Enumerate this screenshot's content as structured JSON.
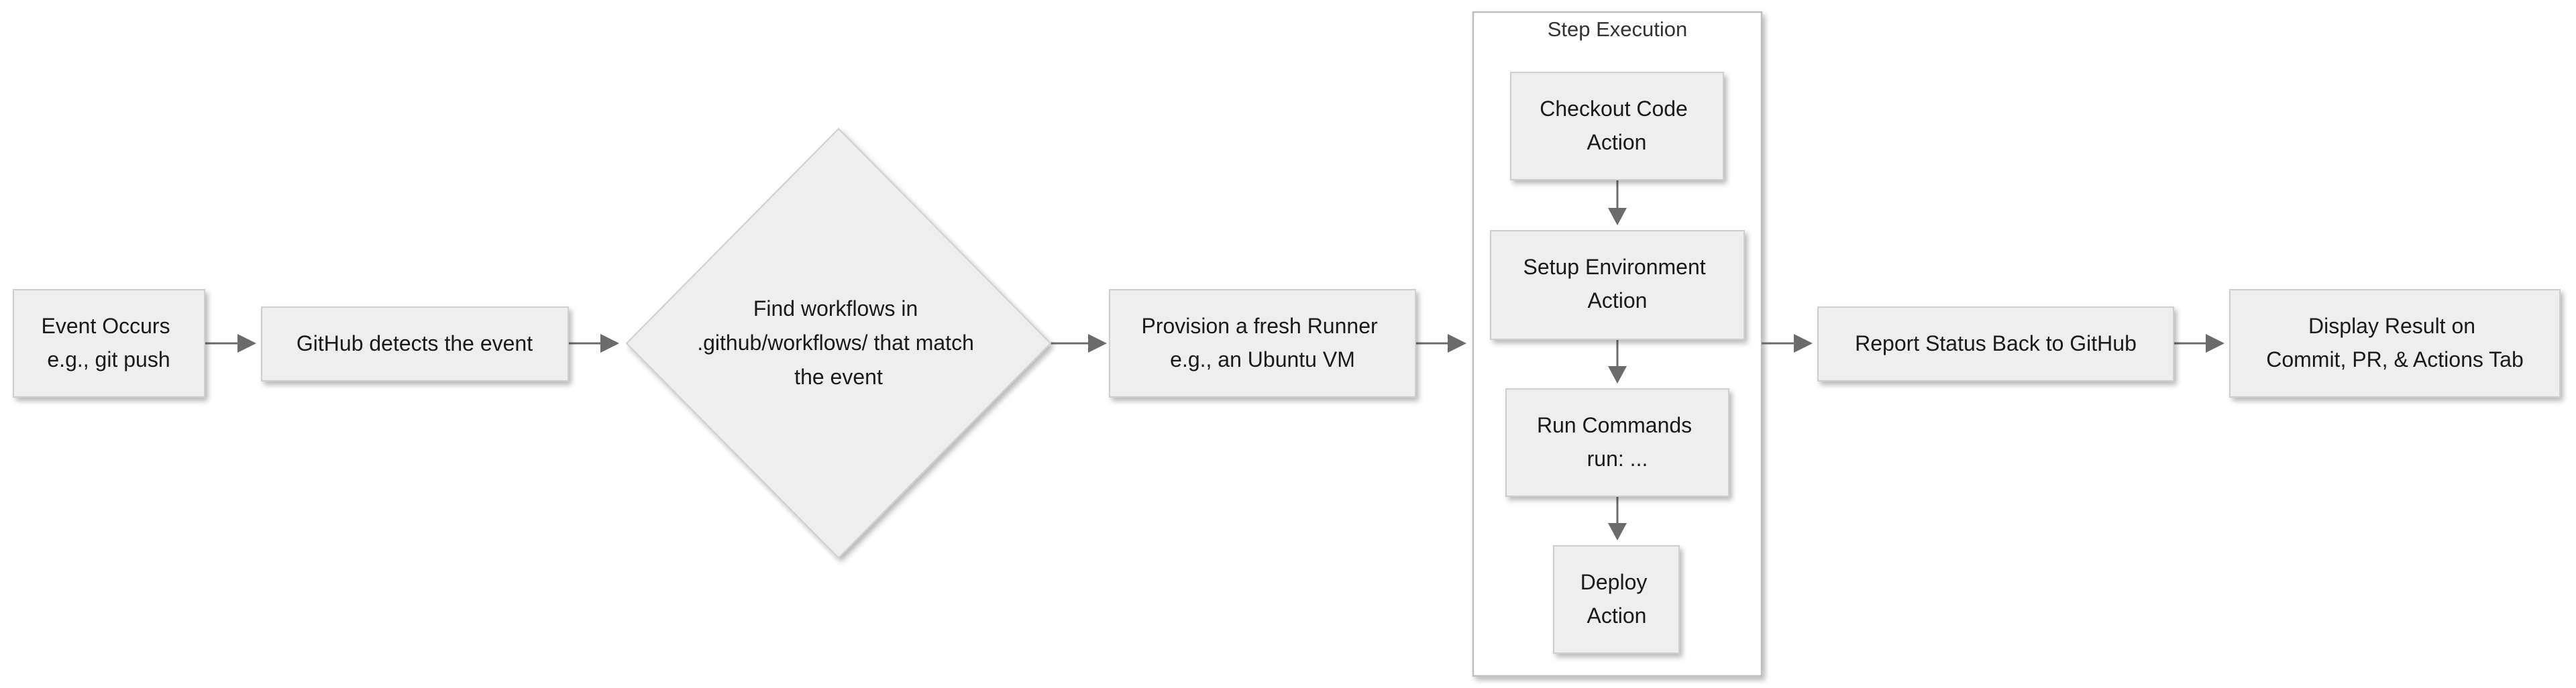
{
  "diagram": {
    "nodes": {
      "event": {
        "lines": [
          "Event Occurs",
          "e.g., git push"
        ]
      },
      "detect": {
        "lines": [
          "GitHub detects the event"
        ]
      },
      "find": {
        "lines": [
          "Find workflows in",
          ".github/workflows/ that match",
          "the event"
        ]
      },
      "provision": {
        "lines": [
          "Provision a fresh Runner",
          "e.g., an Ubuntu VM"
        ]
      },
      "checkout": {
        "lines": [
          "Checkout Code",
          "Action"
        ]
      },
      "setup": {
        "lines": [
          "Setup Environment",
          "Action"
        ]
      },
      "run": {
        "lines": [
          "Run Commands",
          "run: ..."
        ]
      },
      "deploy": {
        "lines": [
          "Deploy",
          "Action"
        ]
      },
      "report": {
        "lines": [
          "Report Status Back to GitHub"
        ]
      },
      "display": {
        "lines": [
          "Display Result on",
          "Commit, PR, & Actions Tab"
        ]
      }
    },
    "cluster": {
      "title": "Step Execution"
    },
    "colors": {
      "node_fill": "#eeeeee",
      "edge": "#6b6b6b",
      "cluster_border": "#bfbfbf"
    }
  }
}
